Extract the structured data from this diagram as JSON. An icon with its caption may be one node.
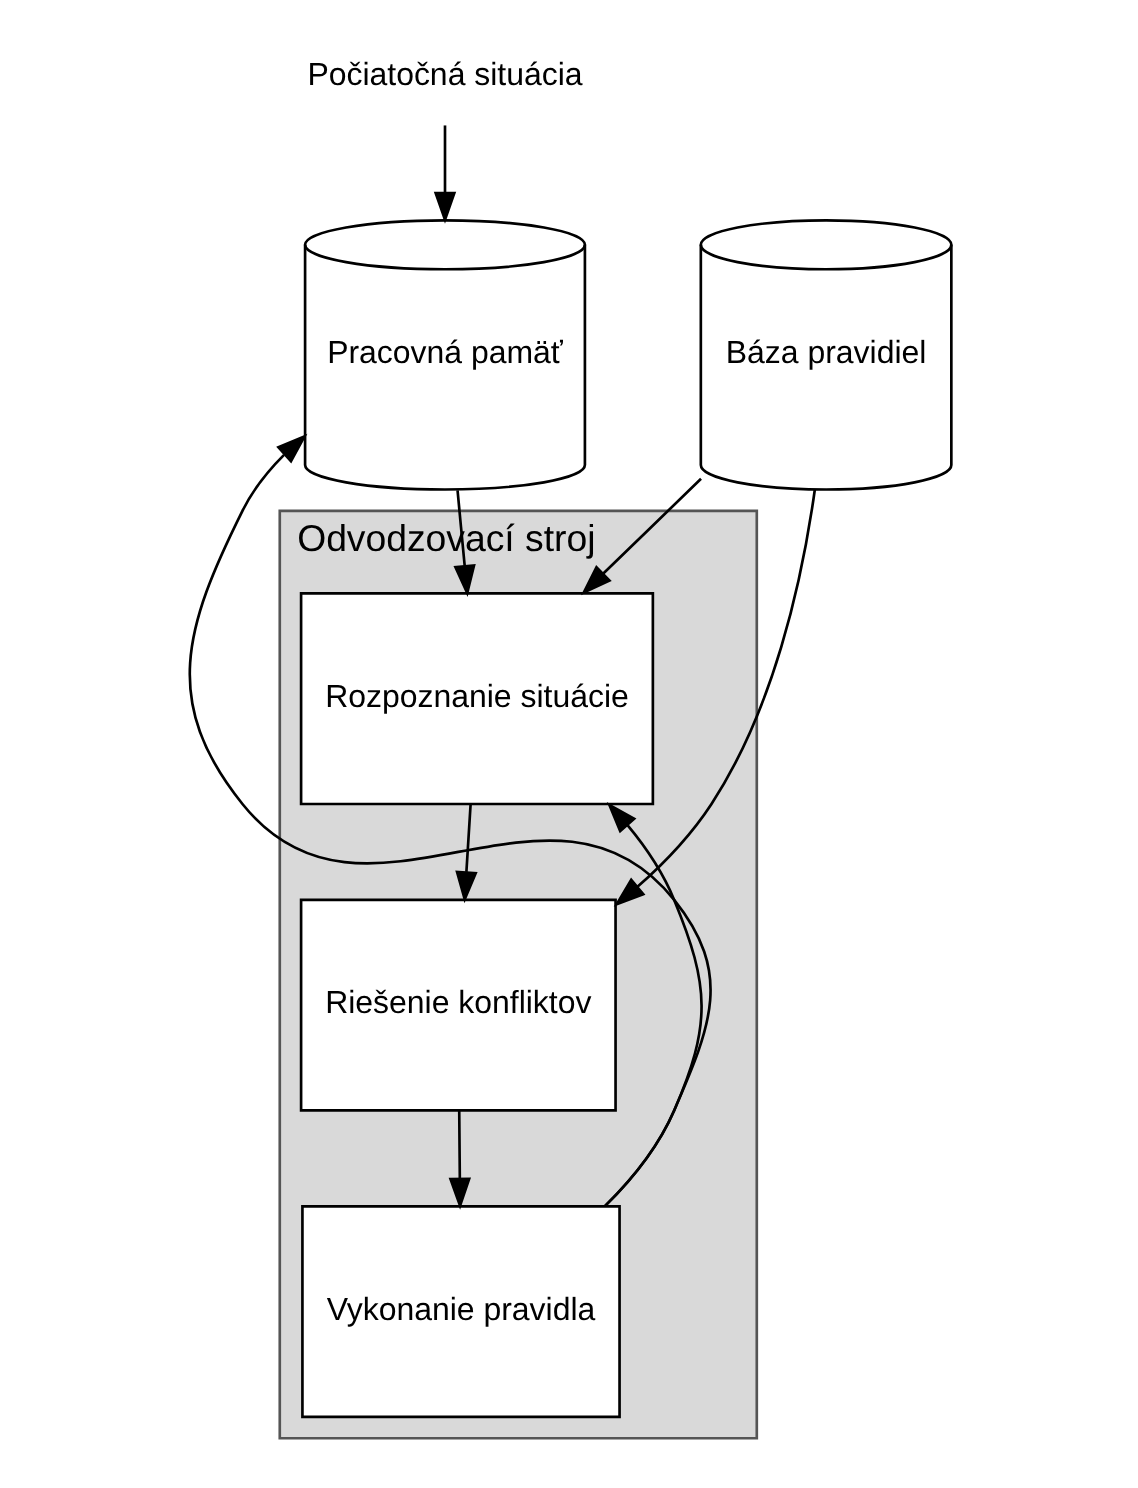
{
  "diagram": {
    "nodes": [
      {
        "text": [
          "Odvodzovací stroj"
        ]
      },
      {
        "text": [
          "Rozpoznanie situácie"
        ],
        "in": 0
      },
      {
        "text": [
          "Riešenie konfliktov"
        ],
        "in": 0
      },
      {
        "text": [
          "Vykonanie pravidla"
        ],
        "in": 0
      },
      {
        "text": [
          "Počiatočná situácia"
        ]
      },
      {
        "text": [
          "Pracovná pamäť"
        ]
      },
      {
        "text": [
          "Báza pravidiel"
        ]
      }
    ],
    "edges": [
      {
        "from": 4,
        "to": 5,
        "arrow": "to"
      },
      {
        "from": 5,
        "to": 1,
        "arrow": "to"
      },
      {
        "from": 6,
        "to": 1,
        "arrow": "to"
      },
      {
        "from": 6,
        "to": 2,
        "arrow": "to"
      },
      {
        "from": 1,
        "to": 2,
        "arrow": "to"
      },
      {
        "from": 2,
        "to": 3,
        "arrow": "to"
      },
      {
        "from": 3,
        "to": 1,
        "arrow": "to"
      },
      {
        "from": 3,
        "to": 5,
        "arrow": "to"
      }
    ]
  }
}
